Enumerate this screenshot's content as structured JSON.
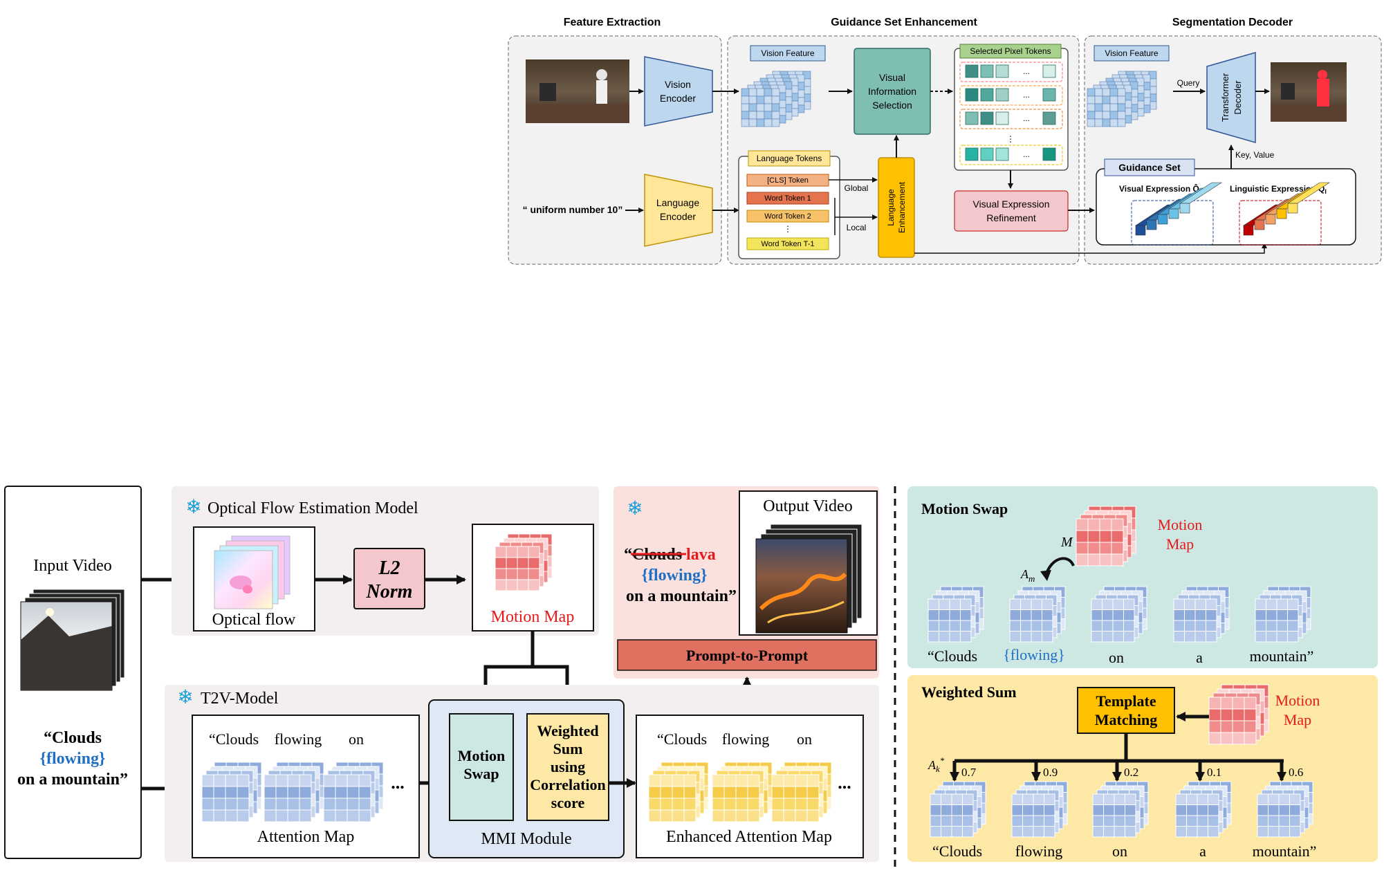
{
  "top": {
    "sections": {
      "feature_extraction": "Feature Extraction",
      "guidance_enhancement": "Guidance Set Enhancement",
      "segmentation_decoder": "Segmentation Decoder"
    },
    "vision_encoder": [
      "Vision",
      "Encoder"
    ],
    "language_encoder": [
      "Language",
      "Encoder"
    ],
    "query_text": "“ uniform number 10”",
    "vision_feature": "Vision Feature",
    "vision_feature_2": "Vision Feature",
    "language_tokens": "Language Tokens",
    "tokens": [
      "[CLS] Token",
      "Word Token 1",
      "Word Token 2",
      "⋮",
      "Word Token T-1"
    ],
    "global": "Global",
    "local": "Local",
    "language_enhancement": [
      "Language",
      "Enhancement"
    ],
    "visual_info_selection": [
      "Visual",
      "Information",
      "Selection"
    ],
    "selected_pixel_tokens": "Selected Pixel Tokens",
    "ellipsis": "...",
    "vdots": "⋮",
    "visual_expression_refinement": [
      "Visual Expression",
      "Refinement"
    ],
    "guidance_set": "Guidance Set",
    "visual_expression": "Visual Expression  Q̂",
    "visual_expression_sub": "v",
    "linguistic_expression": "Linguistic Expression  Q̂",
    "linguistic_expression_sub": "l",
    "transformer_decoder": [
      "Transformer",
      "Decoder"
    ],
    "query": "Query",
    "key_value": "Key, Value"
  },
  "bottom": {
    "input_video": "Input Video",
    "input_prompt": [
      "“Clouds",
      "{flowing}",
      "on a mountain”"
    ],
    "optical_flow_model": "Optical Flow  Estimation Model",
    "optical_flow": "Optical flow",
    "l2_norm": [
      "L2",
      "Norm"
    ],
    "motion_map": "Motion Map",
    "output_video": "Output Video",
    "output_prompt_struck": "Clouds",
    "output_prompt_new": "lava",
    "output_prompt_quote": "“",
    "output_prompt_lines": [
      "{flowing}",
      "on a mountain”"
    ],
    "prompt_to_prompt": "Prompt-to-Prompt",
    "t2v_model": "T2V-Model",
    "attention_words": [
      "“Clouds",
      "flowing",
      "on"
    ],
    "attention_map": "Attention Map",
    "enhanced_words": [
      "“Clouds",
      "flowing",
      "on"
    ],
    "enhanced_attention_map": "Enhanced Attention Map",
    "ellipsis": "...",
    "mmi_module": "MMI Module",
    "motion_swap": [
      "Motion",
      "Swap"
    ],
    "weighted_sum": [
      "Weighted",
      "Sum",
      "using",
      "Correlation",
      "score"
    ],
    "panel_motion_swap": {
      "title": "Motion Swap",
      "motion_map": [
        "Motion",
        "Map"
      ],
      "m_label": "M",
      "am_label": "A",
      "am_sub": "m",
      "words": [
        "“Clouds",
        "{flowing}",
        "on",
        "a",
        "mountain”"
      ]
    },
    "panel_weighted_sum": {
      "title": "Weighted Sum",
      "template_matching": [
        "Template",
        "Matching"
      ],
      "motion_map": [
        "Motion",
        "Map"
      ],
      "ak_label": "A",
      "ak_sub": "k",
      "ak_sup": "*",
      "scores": [
        "0.7",
        "0.9",
        "0.2",
        "0.1",
        "0.6"
      ],
      "words": [
        "“Clouds",
        "flowing",
        "on",
        "a",
        "mountain”"
      ]
    }
  },
  "colors": {
    "vision_blue": "#bdd7ee",
    "language_yellow": "#ffe699",
    "teal": "#7fbfb3",
    "pink": "#f4c7cc",
    "motion_red": "#e8191b",
    "flowing_blue": "#1f6fc4",
    "prompt_bar": "#e07060",
    "swap_panel": "#cde7e3",
    "sum_panel": "#fde8a6",
    "mmi_panel": "#dfe9f5"
  }
}
